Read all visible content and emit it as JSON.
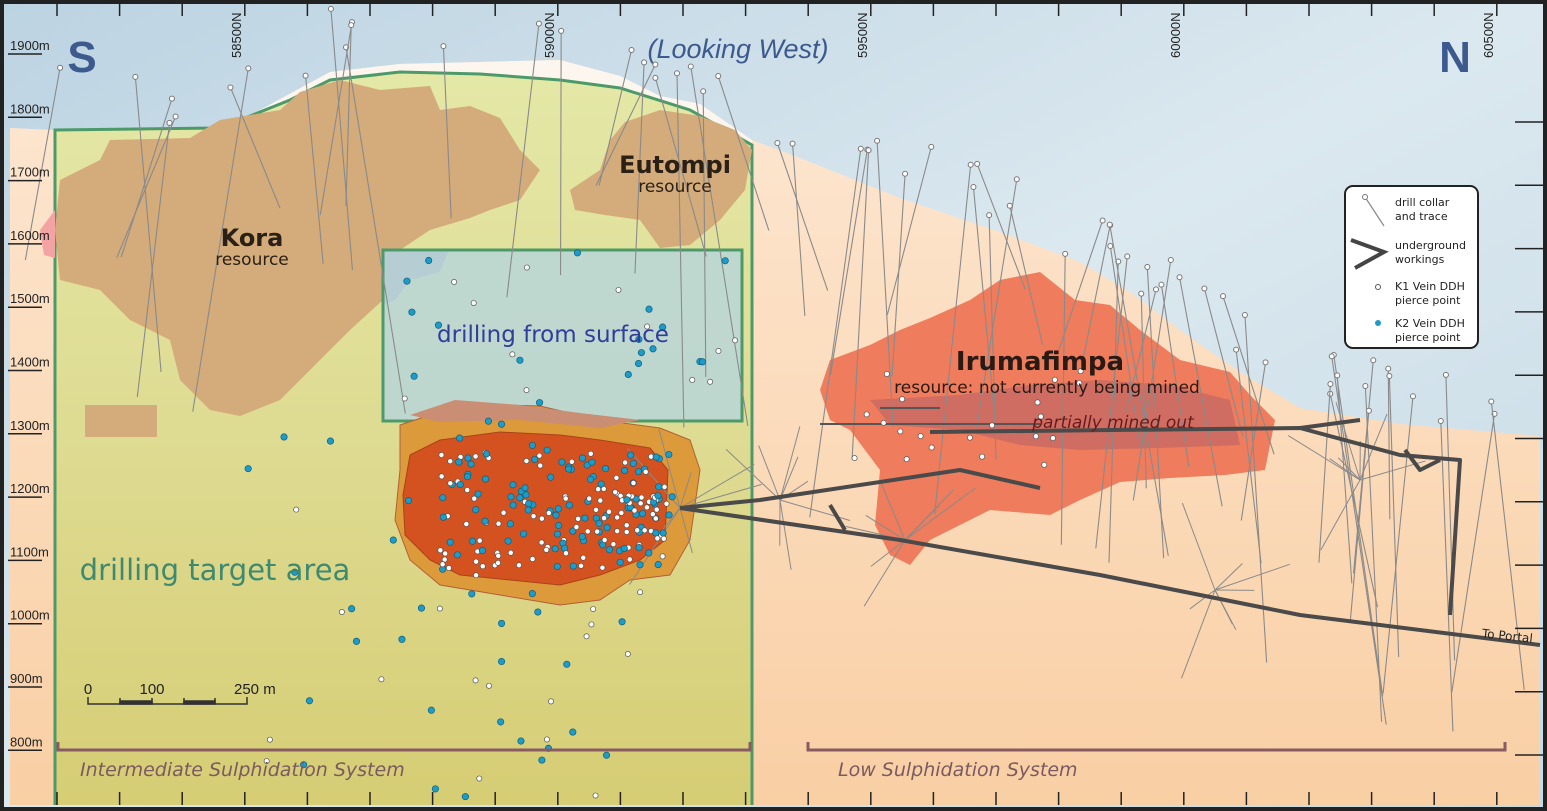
{
  "title": "(Looking West)",
  "compass": {
    "south": "S",
    "north": "N"
  },
  "elevation_labels": [
    "1900m",
    "1800m",
    "1700m",
    "1600m",
    "1500m",
    "1400m",
    "1300m",
    "1200m",
    "1100m",
    "1000m",
    "900m",
    "800m"
  ],
  "northing_labels": [
    "58500N",
    "59000N",
    "59500N",
    "60000N",
    "60500N"
  ],
  "areas": {
    "kora_name": "Kora",
    "kora_sub": "resource",
    "eutompi_name": "Eutompi",
    "eutompi_sub": "resource",
    "drilling_surface": "drilling from surface",
    "irumafimpa_name": "Irumafimpa",
    "irumafimpa_sub": "resource: not currently being mined",
    "mined_out": "partially mined out",
    "target": "drilling target area",
    "to_portal": "To Portal"
  },
  "systems": {
    "intermediate": "Intermediate Sulphidation System",
    "low": "Low Sulphidation System"
  },
  "scale_bar": {
    "zero": "0",
    "mid": "100",
    "end": "250 m"
  },
  "legend": {
    "drill_1": "drill collar",
    "drill_2": "and trace",
    "ug_1": "underground",
    "ug_2": "workings",
    "k1_1": "K1 Vein DDH",
    "k1_2": "pierce point",
    "k2_1": "K2 Vein DDH",
    "k2_2": "pierce point"
  },
  "colors": {
    "sky": "#c9dde8",
    "target_area": "#dcd888",
    "low_sulph": "#fcd9b2",
    "resource": "#d4ab7a",
    "irumafimpa": "#ef7c5c",
    "orebody": "#d4521f",
    "k2_dot": "#1e9cc8",
    "border_green": "#4c9a6a",
    "system_line": "#8a5a62"
  }
}
